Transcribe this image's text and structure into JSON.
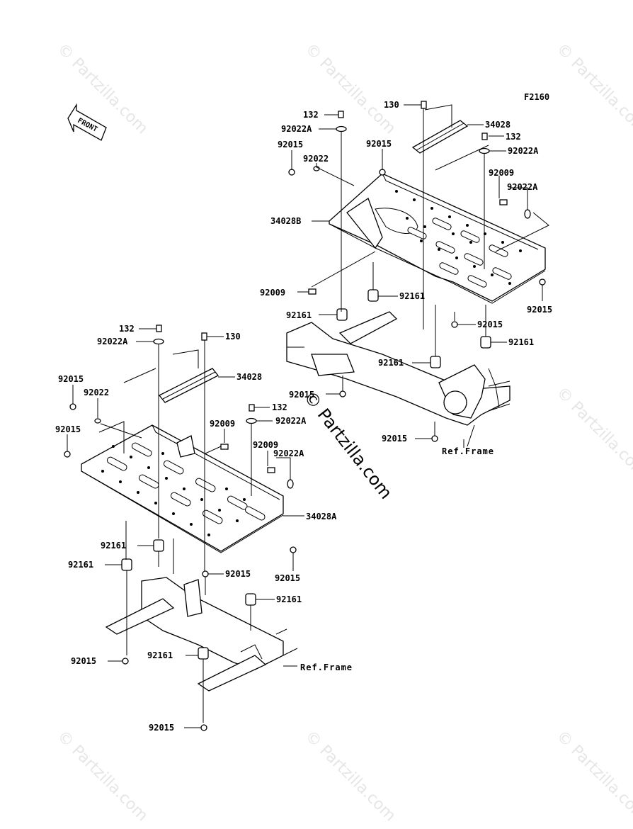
{
  "diagram_code": "F2160",
  "front_label": "FRONT",
  "watermark": "© Partzilla.com",
  "watermark_center": "© Partzilla.com",
  "ref_frame": "Ref.Frame",
  "upper_labels": {
    "l132a": "132",
    "l130a": "130",
    "l34028a": "34028",
    "l132b": "132",
    "l92022Aa": "92022A",
    "l92022Ab": "92022A",
    "l92015a": "92015",
    "l92022a": "92022",
    "l92015b": "92015",
    "l92009a": "92009",
    "l92022Ac": "92022A",
    "l34028B": "34028B",
    "l92009b": "92009",
    "l92161a": "92161",
    "l92161b": "92161",
    "l92015c": "92015",
    "l92015d": "92015",
    "l92161c": "92161",
    "l92161d": "92161",
    "l92015e": "92015",
    "l92015f": "92015"
  },
  "lower_labels": {
    "l132a": "132",
    "l130a": "130",
    "l92022Aa": "92022A",
    "l34028a": "34028",
    "l92015a": "92015",
    "l92022a": "92022",
    "l132b": "132",
    "l92015b": "92015",
    "l92022Ab": "92022A",
    "l92009a": "92009",
    "l92009b": "92009",
    "l92022Ac": "92022A",
    "l34028A": "34028A",
    "l92161a": "92161",
    "l92161b": "92161",
    "l92015c": "92015",
    "l92015d": "92015",
    "l92161c": "92161",
    "l92015e": "92015",
    "l92161d": "92161",
    "l92015f": "92015"
  }
}
